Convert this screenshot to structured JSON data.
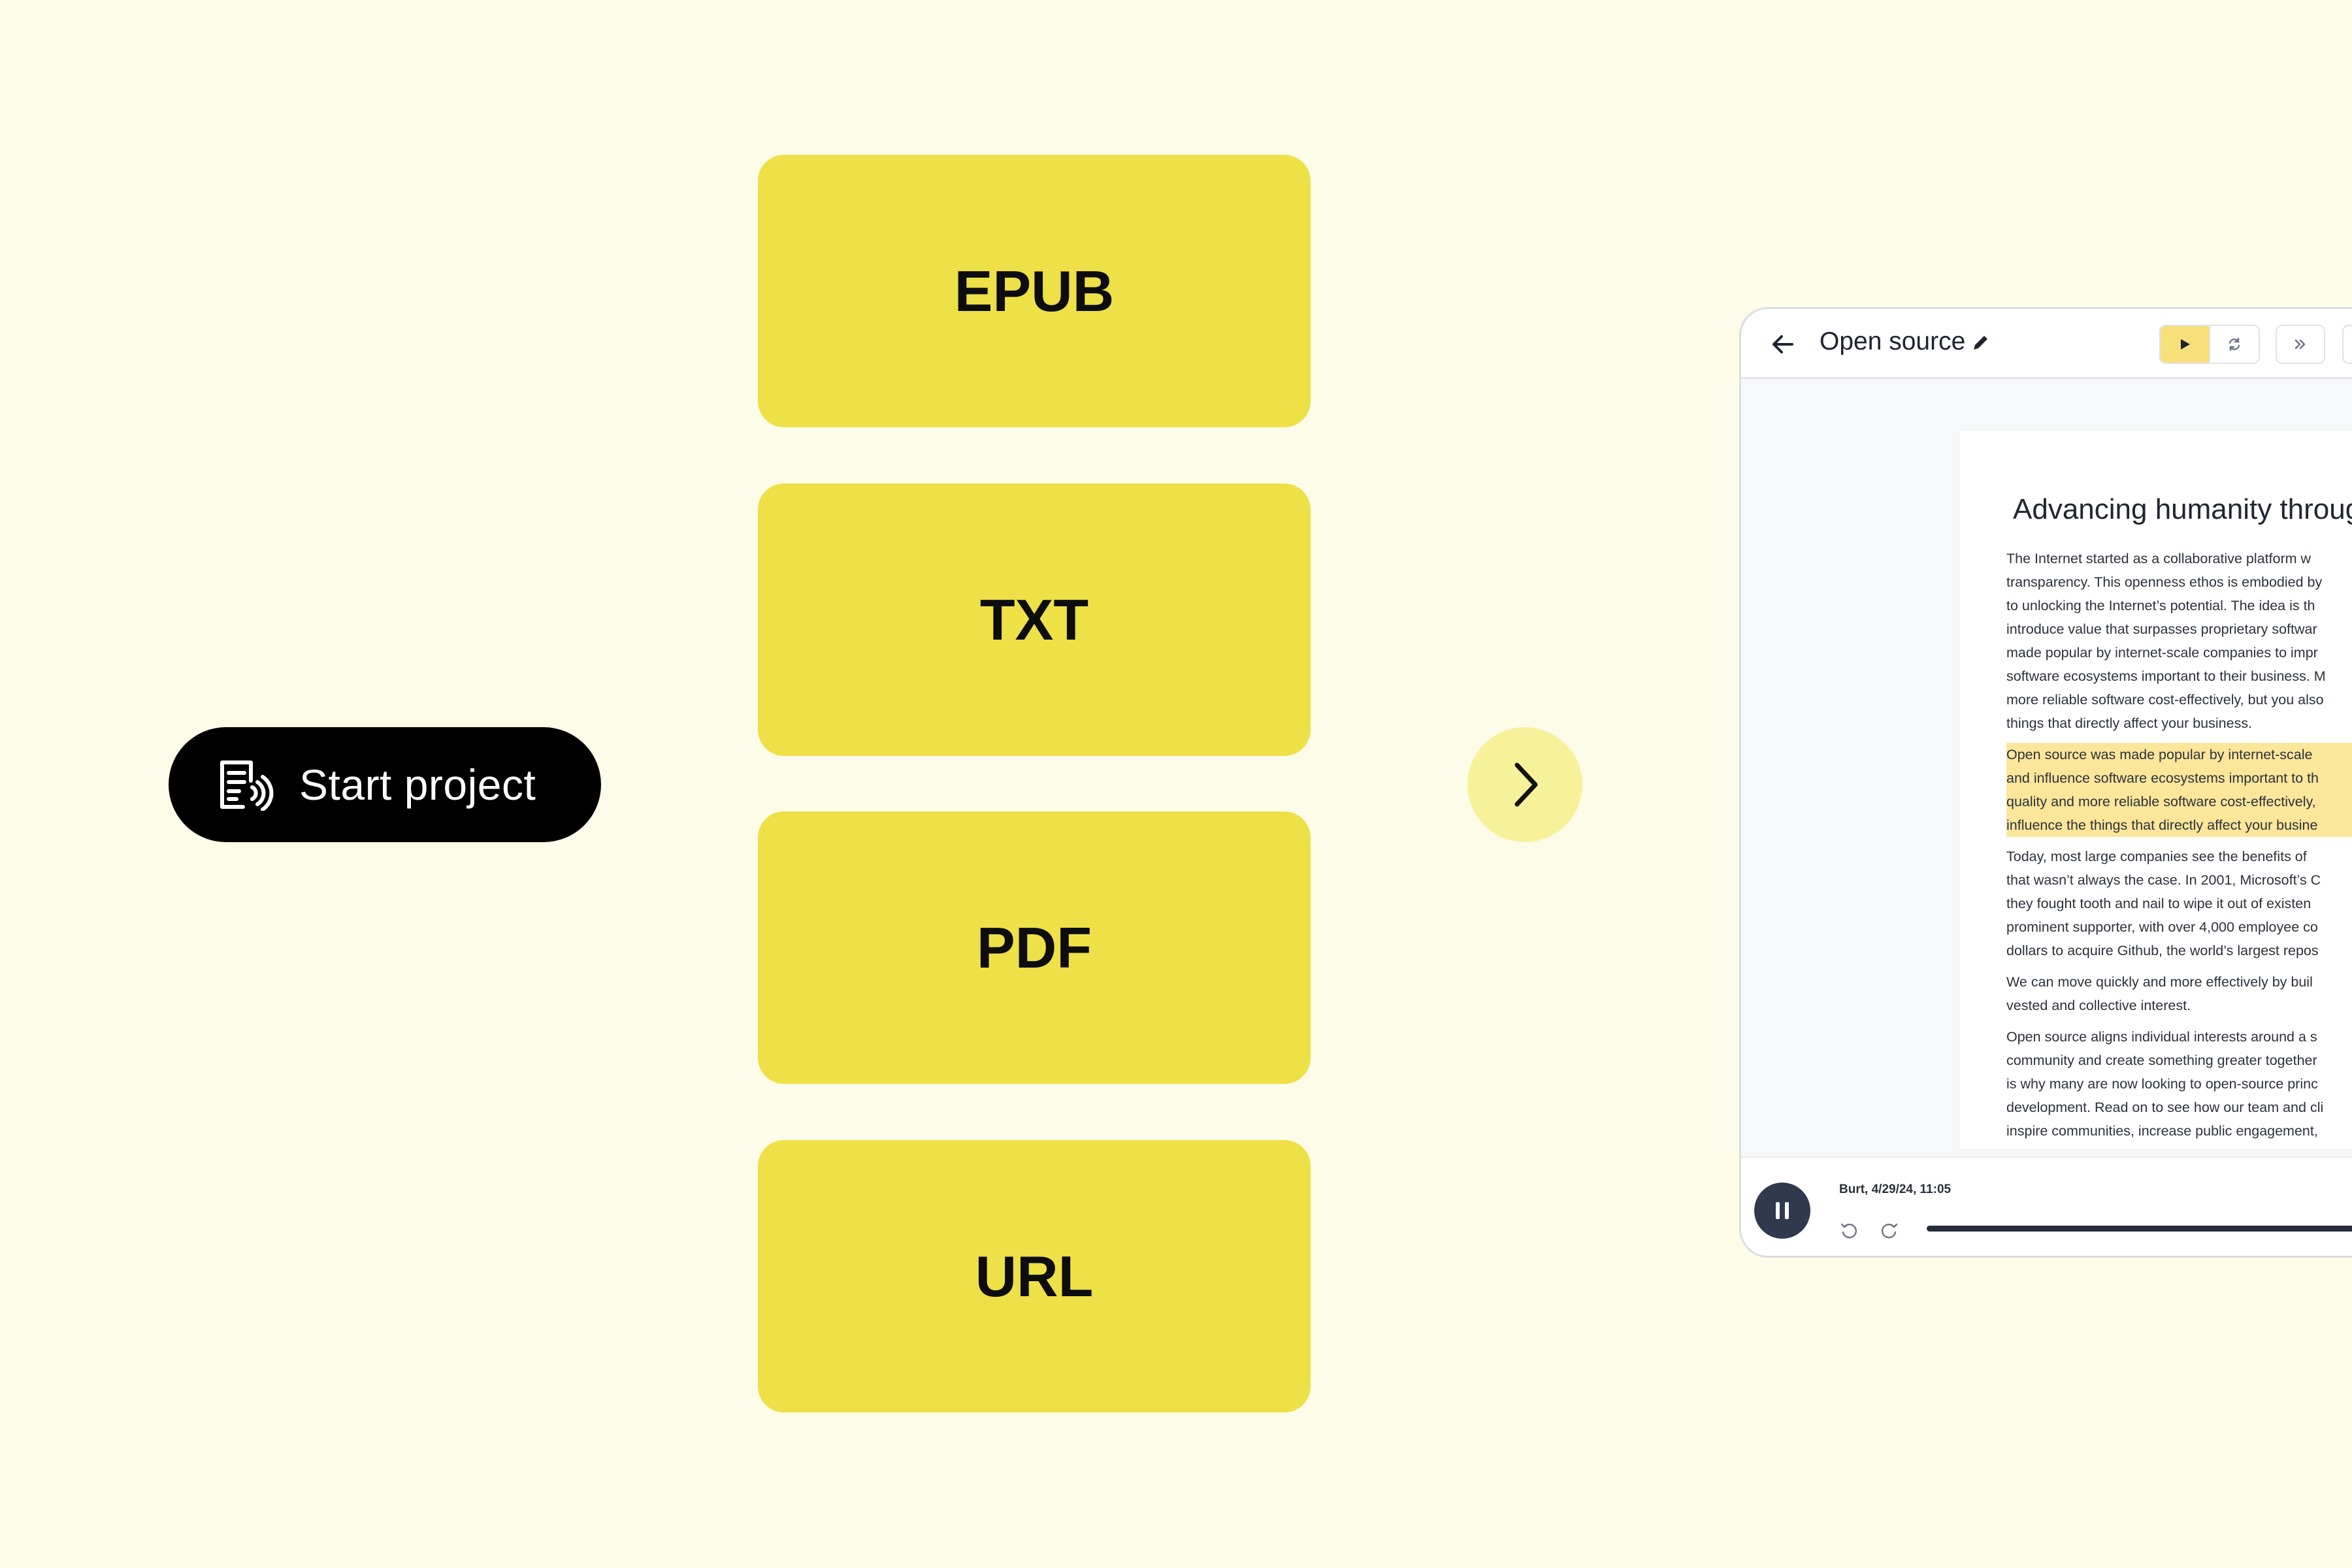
{
  "start_project": {
    "label": "Start project",
    "icon": "document-audio-icon"
  },
  "formats": [
    "EPUB",
    "TXT",
    "PDF",
    "URL"
  ],
  "next_button": {
    "icon": "chevron-right-icon"
  },
  "app": {
    "title": "Open source",
    "controls": [
      "play-icon",
      "refresh-icon",
      "skip-forward-icon"
    ],
    "document": {
      "heading": "Advancing humanity throug",
      "paragraphs": [
        {
          "highlighted": false,
          "lines": [
            " The Internet started as a collaborative platform w",
            "transparency. This openness ethos is embodied by",
            "to unlocking the Internet’s potential. The idea is th",
            "introduce value that surpasses proprietary softwar",
            "made popular by internet-scale companies to impr",
            "software ecosystems important to their business. M",
            "more reliable software cost-effectively, but you also",
            "things that directly affect your business."
          ]
        },
        {
          "highlighted": true,
          "lines": [
            " Open source was made popular by internet-scale",
            "and influence software ecosystems important to th",
            "quality and more reliable software cost-effectively,",
            "influence the things that directly affect your busine"
          ]
        },
        {
          "highlighted": false,
          "lines": [
            " Today, most large companies see the benefits of ",
            "that wasn’t always the case. In 2001, Microsoft’s C",
            "they fought tooth and nail to wipe it out of existen",
            "prominent supporter, with over 4,000 employee co",
            "dollars to acquire Github, the world’s largest repos"
          ]
        },
        {
          "highlighted": false,
          "lines": [
            " We can move quickly and more effectively by buil",
            "vested and collective interest."
          ]
        },
        {
          "highlighted": false,
          "lines": [
            " Open source aligns individual interests around a s",
            "community and create something greater together",
            "is why many are now looking to open-source princ",
            "development. Read on to see how our team and cli",
            "inspire communities, increase public engagement,"
          ]
        }
      ]
    },
    "player": {
      "meta": "Burt, 4/29/24, 11:05",
      "progress": 1.0
    }
  }
}
